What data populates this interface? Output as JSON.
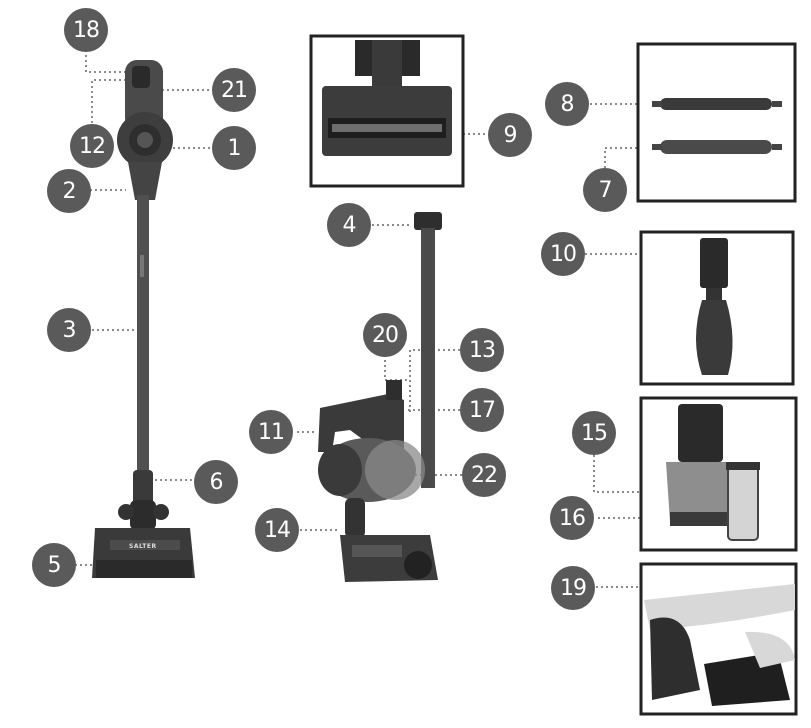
{
  "callouts": {
    "n1": "1",
    "n2": "2",
    "n3": "3",
    "n4": "4",
    "n5": "5",
    "n6": "6",
    "n7": "7",
    "n8": "8",
    "n9": "9",
    "n10": "10",
    "n11": "11",
    "n12": "12",
    "n13": "13",
    "n14": "14",
    "n15": "15",
    "n16": "16",
    "n17": "17",
    "n18": "18",
    "n19": "19",
    "n20": "20",
    "n21": "21",
    "n22": "22"
  },
  "brand": "SALTER",
  "colors": {
    "callout": "#5a5a5a",
    "device_dark": "#3a3a3a",
    "device_mid": "#5e5e5e",
    "leader_dots": "#8a8a8a",
    "panel_border": "#222222"
  }
}
